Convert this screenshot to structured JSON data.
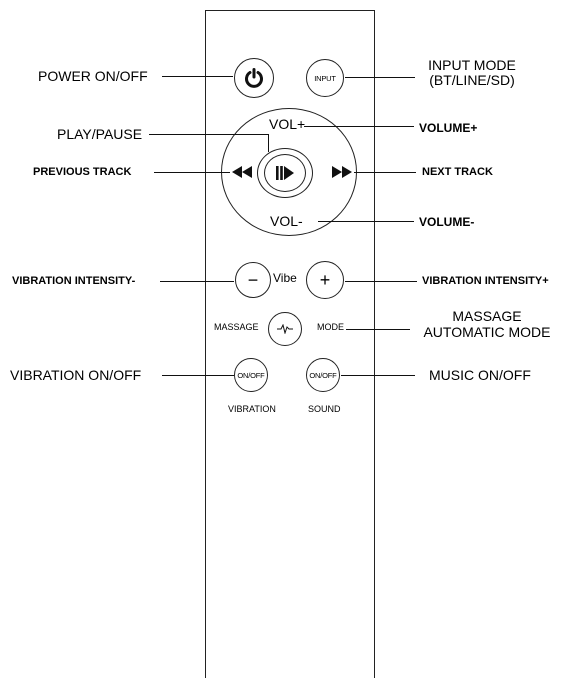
{
  "remote": {
    "input_btn": "INPUT",
    "vol_plus": "VOL+",
    "vol_minus": "VOL-",
    "vibe": "Vibe",
    "massage": "MASSAGE",
    "mode": "MODE",
    "vibration_btn": "ON/OFF",
    "sound_btn": "ON/OFF",
    "vibration": "VIBRATION",
    "sound": "SOUND",
    "minus_sign": "−",
    "plus_sign": "+"
  },
  "callouts": {
    "power": "POWER ON/OFF",
    "input_mode": "INPUT MODE",
    "input_mode_sub": "(BT/LINE/SD)",
    "play_pause": "PLAY/PAUSE",
    "volume_plus": "VOLUME+",
    "previous": "PREVIOUS TRACK",
    "next": "NEXT TRACK",
    "volume_minus": "VOLUME-",
    "vib_minus": "VIBRATION INTENSITY-",
    "vib_plus": "VIBRATION INTENSITY+",
    "massage_line1": "MASSAGE",
    "massage_line2": "AUTOMATIC MODE",
    "vibration_onoff": "VIBRATION ON/OFF",
    "music_onoff": "MUSIC ON/OFF"
  }
}
